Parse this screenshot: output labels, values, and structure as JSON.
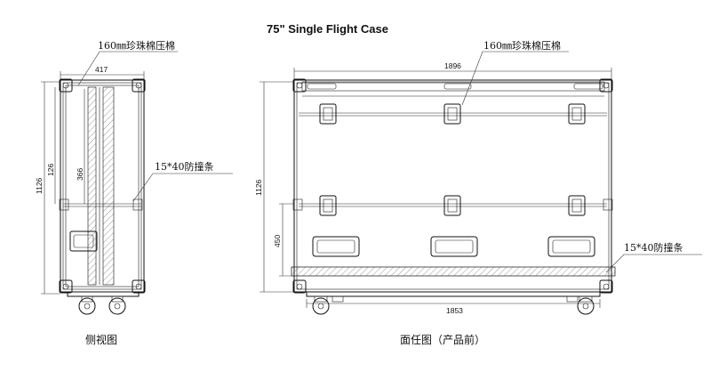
{
  "title": "75\" Single Flight Case",
  "callouts": {
    "foam_side": "160㎜珍珠棉压棉",
    "foam_front": "160㎜珍珠棉压棉",
    "bumper_side": "15*40防撞条",
    "bumper_front": "15*40防撞条"
  },
  "dimensions": {
    "side_width": "417",
    "side_height": "1126",
    "side_upper": "126",
    "side_inner": "366",
    "front_width_top": "1896",
    "front_width_bottom": "1853",
    "front_height": "1126",
    "front_lower": "450"
  },
  "captions": {
    "side_view": "侧视图",
    "front_view": "面任图（产品前）"
  },
  "colors": {
    "line": "#111111",
    "background": "#ffffff"
  }
}
